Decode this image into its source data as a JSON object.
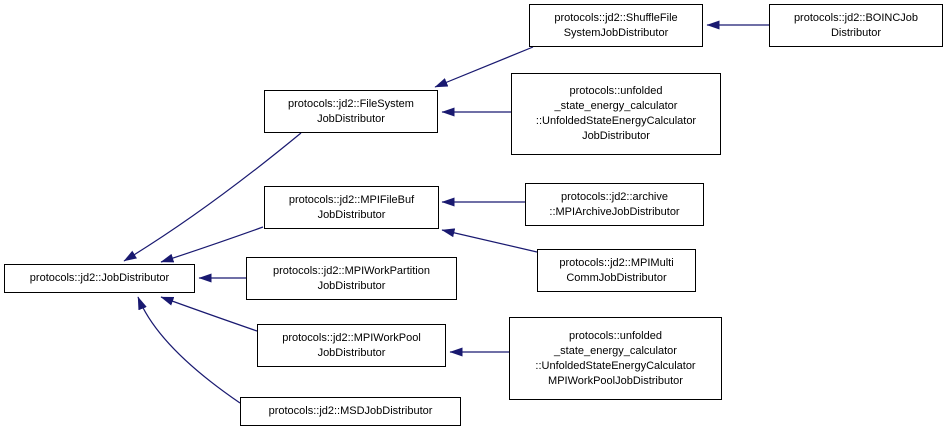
{
  "diagram": {
    "type": "class-inheritance-graph",
    "root": "protocols::jd2::JobDistributor",
    "nodes": {
      "root": {
        "label": "protocols::jd2::JobDistributor"
      },
      "fs": {
        "label": "protocols::jd2::FileSystem\nJobDistributor"
      },
      "shuffle": {
        "label": "protocols::jd2::ShuffleFile\nSystemJobDistributor"
      },
      "boinc": {
        "label": "protocols::jd2::BOINCJob\nDistributor"
      },
      "unf_jd": {
        "label": "protocols::unfolded\n_state_energy_calculator\n::UnfoldedStateEnergyCalculator\nJobDistributor"
      },
      "filebuf": {
        "label": "protocols::jd2::MPIFileBuf\nJobDistributor"
      },
      "archive": {
        "label": "protocols::jd2::archive\n::MPIArchiveJobDistributor"
      },
      "multicomm": {
        "label": "protocols::jd2::MPIMulti\nCommJobDistributor"
      },
      "partition": {
        "label": "protocols::jd2::MPIWorkPartition\nJobDistributor"
      },
      "workpool": {
        "label": "protocols::jd2::MPIWorkPool\nJobDistributor"
      },
      "unf_mpi": {
        "label": "protocols::unfolded\n_state_energy_calculator\n::UnfoldedStateEnergyCalculator\nMPIWorkPoolJobDistributor"
      },
      "msd": {
        "label": "protocols::jd2::MSDJobDistributor"
      }
    },
    "edges": [
      {
        "from": "protocols::jd2::FileSystemJobDistributor",
        "to": "protocols::jd2::JobDistributor"
      },
      {
        "from": "protocols::jd2::MPIFileBufJobDistributor",
        "to": "protocols::jd2::JobDistributor"
      },
      {
        "from": "protocols::jd2::MPIWorkPartitionJobDistributor",
        "to": "protocols::jd2::JobDistributor"
      },
      {
        "from": "protocols::jd2::MPIWorkPoolJobDistributor",
        "to": "protocols::jd2::JobDistributor"
      },
      {
        "from": "protocols::jd2::MSDJobDistributor",
        "to": "protocols::jd2::JobDistributor"
      },
      {
        "from": "protocols::jd2::ShuffleFileSystemJobDistributor",
        "to": "protocols::jd2::FileSystemJobDistributor"
      },
      {
        "from": "protocols::unfolded_state_energy_calculator::UnfoldedStateEnergyCalculatorJobDistributor",
        "to": "protocols::jd2::FileSystemJobDistributor"
      },
      {
        "from": "protocols::jd2::BOINCJobDistributor",
        "to": "protocols::jd2::ShuffleFileSystemJobDistributor"
      },
      {
        "from": "protocols::jd2::archive::MPIArchiveJobDistributor",
        "to": "protocols::jd2::MPIFileBufJobDistributor"
      },
      {
        "from": "protocols::jd2::MPIMultiCommJobDistributor",
        "to": "protocols::jd2::MPIFileBufJobDistributor"
      },
      {
        "from": "protocols::unfolded_state_energy_calculator::UnfoldedStateEnergyCalculatorMPIWorkPoolJobDistributor",
        "to": "protocols::jd2::MPIWorkPoolJobDistributor"
      }
    ]
  },
  "colors": {
    "arrow": "#191970",
    "border": "#000000",
    "bg": "#ffffff",
    "text": "#000000"
  }
}
